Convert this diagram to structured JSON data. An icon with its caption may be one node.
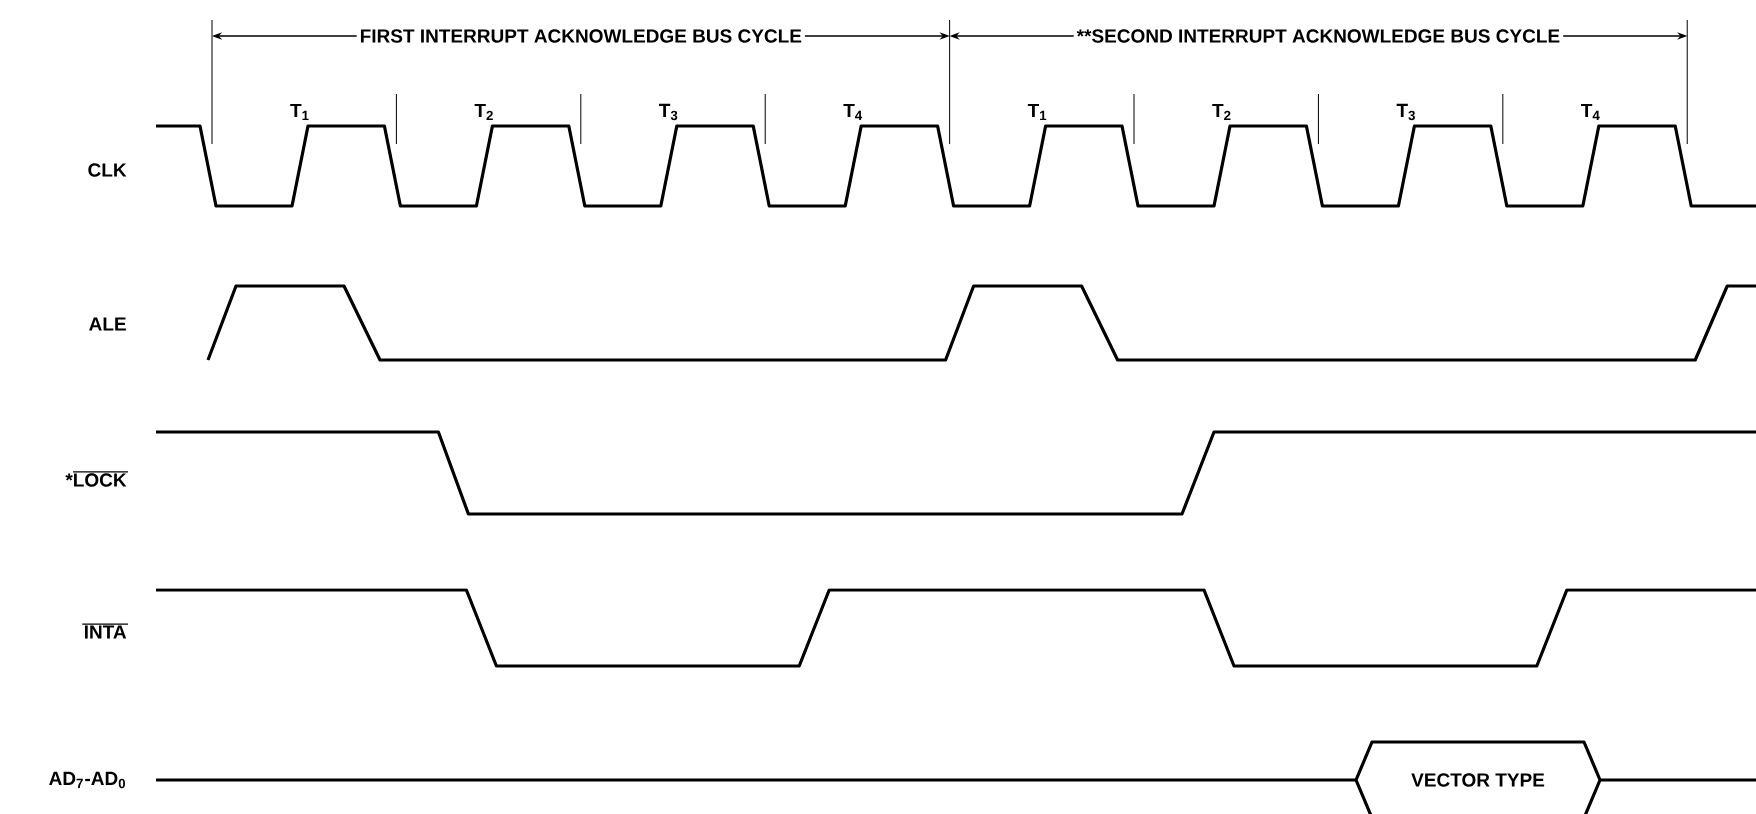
{
  "diagram": {
    "nodes": [
      {
        "text": [
          "VECTOR TYPE"
        ]
      }
    ],
    "labels": [
      "FIRST INTERRUPT ACKNOWLEDGE BUS CYCLE",
      "**SECOND INTERRUPT ACKNOWLEDGE BUS CYCLE",
      "T$_{1}$",
      "T$_{2}$",
      "T$_{3}$",
      "T$_{4}$",
      "T$_{1}$",
      "T$_{2}$",
      "T$_{3}$",
      "T$_{4}$",
      "CLK",
      "ALE",
      "*LOCK",
      "INTA",
      "AD$_{7}$-AD$_{0}$"
    ]
  }
}
